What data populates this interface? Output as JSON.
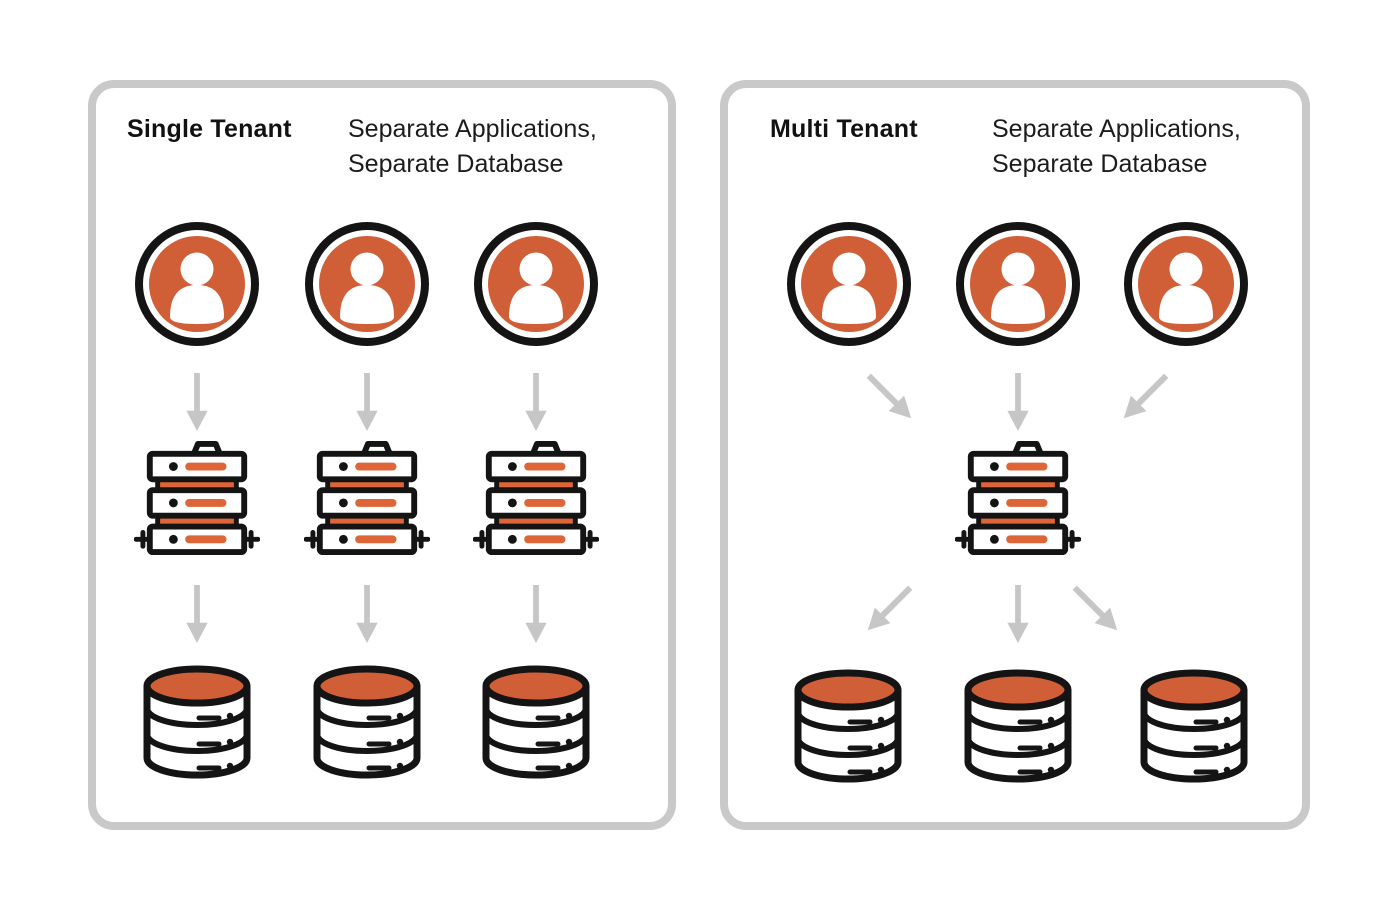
{
  "theme": {
    "orange": "#d05f38",
    "orange2": "#dd6537",
    "outline": "#141414",
    "ink": "#111111",
    "panel-border": "#c9c9c9",
    "arrow": "#c6c6c6",
    "bg": "#ffffff"
  },
  "panels": [
    {
      "title": "Single Tenant",
      "subtitle_line1": "Separate Applications,",
      "subtitle_line2": "Separate Database",
      "user_count": 3,
      "app_server_count": 3,
      "database_count": 3
    },
    {
      "title": "Multi Tenant",
      "subtitle_line1": "Separate Applications,",
      "subtitle_line2": "Separate Database",
      "user_count": 3,
      "app_server_count": 1,
      "database_count": 3
    }
  ],
  "icons": {
    "user": "user-avatar",
    "app": "server-stack",
    "database": "database-cylinder",
    "arrow": "flow-arrow"
  }
}
